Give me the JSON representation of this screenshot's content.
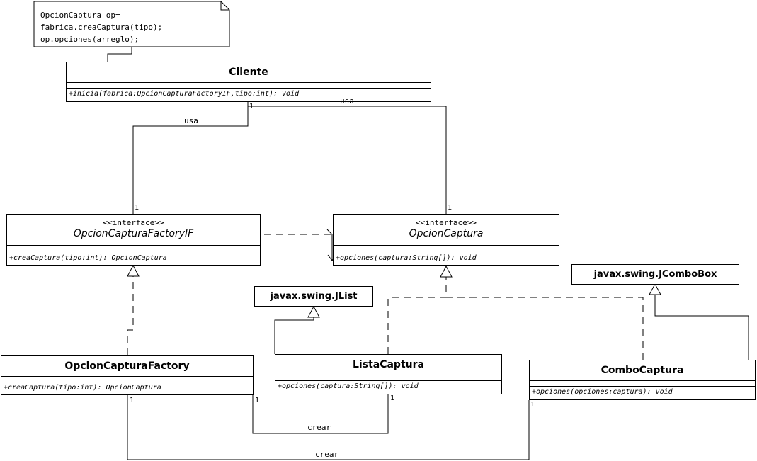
{
  "note": {
    "lines": [
      "OpcionCaptura op=",
      "fabrica.creaCaptura(tipo);",
      "op.opciones(arreglo);"
    ]
  },
  "classes": {
    "cliente": {
      "name": "Cliente",
      "operation": "+inicia(fabrica:OpcionCapturaFactoryIF,tipo:int): void"
    },
    "factory_if": {
      "stereotype": "<<interface>>",
      "name": "OpcionCapturaFactoryIF",
      "operation": "+creaCaptura(tipo:int): OpcionCaptura"
    },
    "opcion_captura": {
      "stereotype": "<<interface>>",
      "name": "OpcionCaptura",
      "operation": "+opciones(captura:String[]): void"
    },
    "factory": {
      "name": "OpcionCapturaFactory",
      "operation": "+creaCaptura(tipo:int): OpcionCaptura"
    },
    "lista": {
      "name": "ListaCaptura",
      "operation": "+opciones(captura:String[]): void"
    },
    "combo": {
      "name": "ComboCaptura",
      "operation": "+opciones(opciones:captura): void"
    },
    "jlist": {
      "name": "javax.swing.JList"
    },
    "jcombo": {
      "name": "javax.swing.JComboBox"
    }
  },
  "labels": {
    "usa_left": "usa",
    "usa_right": "usa",
    "crear_lista": "crear",
    "crear_combo": "crear"
  },
  "multiplicities": {
    "cliente_usa": "1",
    "factory_if_end": "1",
    "opcion_captura_end": "1",
    "factory_left": "1",
    "factory_right": "1",
    "lista_end": "1",
    "combo_end": "1"
  }
}
